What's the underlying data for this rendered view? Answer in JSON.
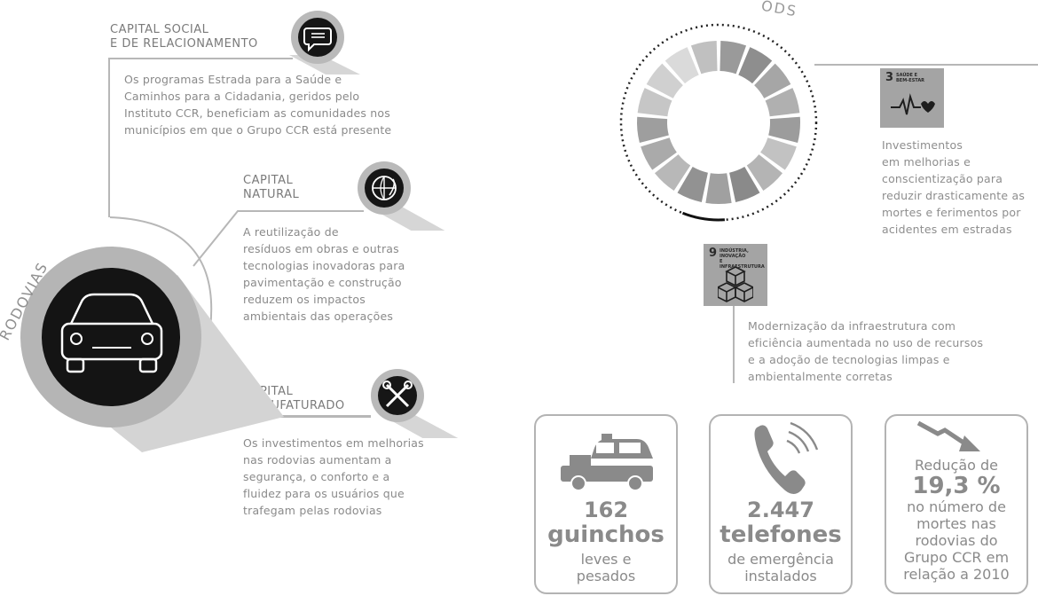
{
  "left": {
    "rodovias_label": "RODOVIAS",
    "capital_social": {
      "title_line1": "CAPITAL SOCIAL",
      "title_line2": "E DE RELACIONAMENTO",
      "desc_lines": [
        "Os programas Estrada para a Saúde e",
        "Caminhos para a Cidadania, geridos pelo",
        "Instituto CCR, beneficiam as comunidades nos",
        "municípios em que o Grupo CCR está presente"
      ],
      "icon": "speech-bubble-icon"
    },
    "capital_natural": {
      "title_line1": "CAPITAL",
      "title_line2": "NATURAL",
      "desc_lines": [
        "A reutilização de",
        "resíduos em obras e outras",
        "tecnologias inovadoras para",
        "pavimentação e construção",
        "reduzem os impactos",
        "ambientais das operações"
      ],
      "icon": "globe-leaf-icon"
    },
    "capital_manufaturado": {
      "title_line1": "CAPITAL",
      "title_line2": "MANUFATURADO",
      "desc_lines": [
        "Os investimentos em melhorias",
        "nas rodovias aumentam a",
        "segurança, o conforto e a",
        "fluidez para os usuários que",
        "trafegam pelas rodovias"
      ],
      "icon": "wrench-screwdriver-icon"
    },
    "main_icon": "car-icon"
  },
  "ods": {
    "label": "ODS",
    "goal3": {
      "number": "3",
      "label_line1": "SAÚDE E",
      "label_line2": "BEM-ESTAR",
      "icon": "heartbeat-icon",
      "desc_lines": [
        "Investimentos",
        "em melhorias e",
        "conscientização para",
        "reduzir drasticamente as",
        "mortes e ferimentos por",
        "acidentes em estradas"
      ]
    },
    "goal9": {
      "number": "9",
      "label_line1": "INDÚSTRIA, INOVAÇÃO",
      "label_line2": "E INFRAESTRUTURA",
      "icon": "cubes-icon",
      "desc_lines": [
        "Modernização da infraestrutura com",
        "eficiência aumentada no uso de recursos",
        "e a adoção de tecnologias limpas e",
        "ambientalmente corretas"
      ]
    }
  },
  "stats": {
    "tow": {
      "number": "162",
      "big": "guinchos",
      "sub_line1": "leves e",
      "sub_line2": "pesados",
      "icon": "tow-truck-icon"
    },
    "phones": {
      "number": "2.447",
      "big": "telefones",
      "sub_line1": "de emergência",
      "sub_line2": "instalados",
      "icon": "phone-icon"
    },
    "deaths": {
      "line1": "Redução de",
      "percent": "19,3 %",
      "line2": "no número de",
      "line3": "mortes nas",
      "line4": "rodovias do",
      "line5": "Grupo CCR em",
      "line6": "relação a 2010",
      "icon": "trend-down-arrow-icon"
    }
  }
}
